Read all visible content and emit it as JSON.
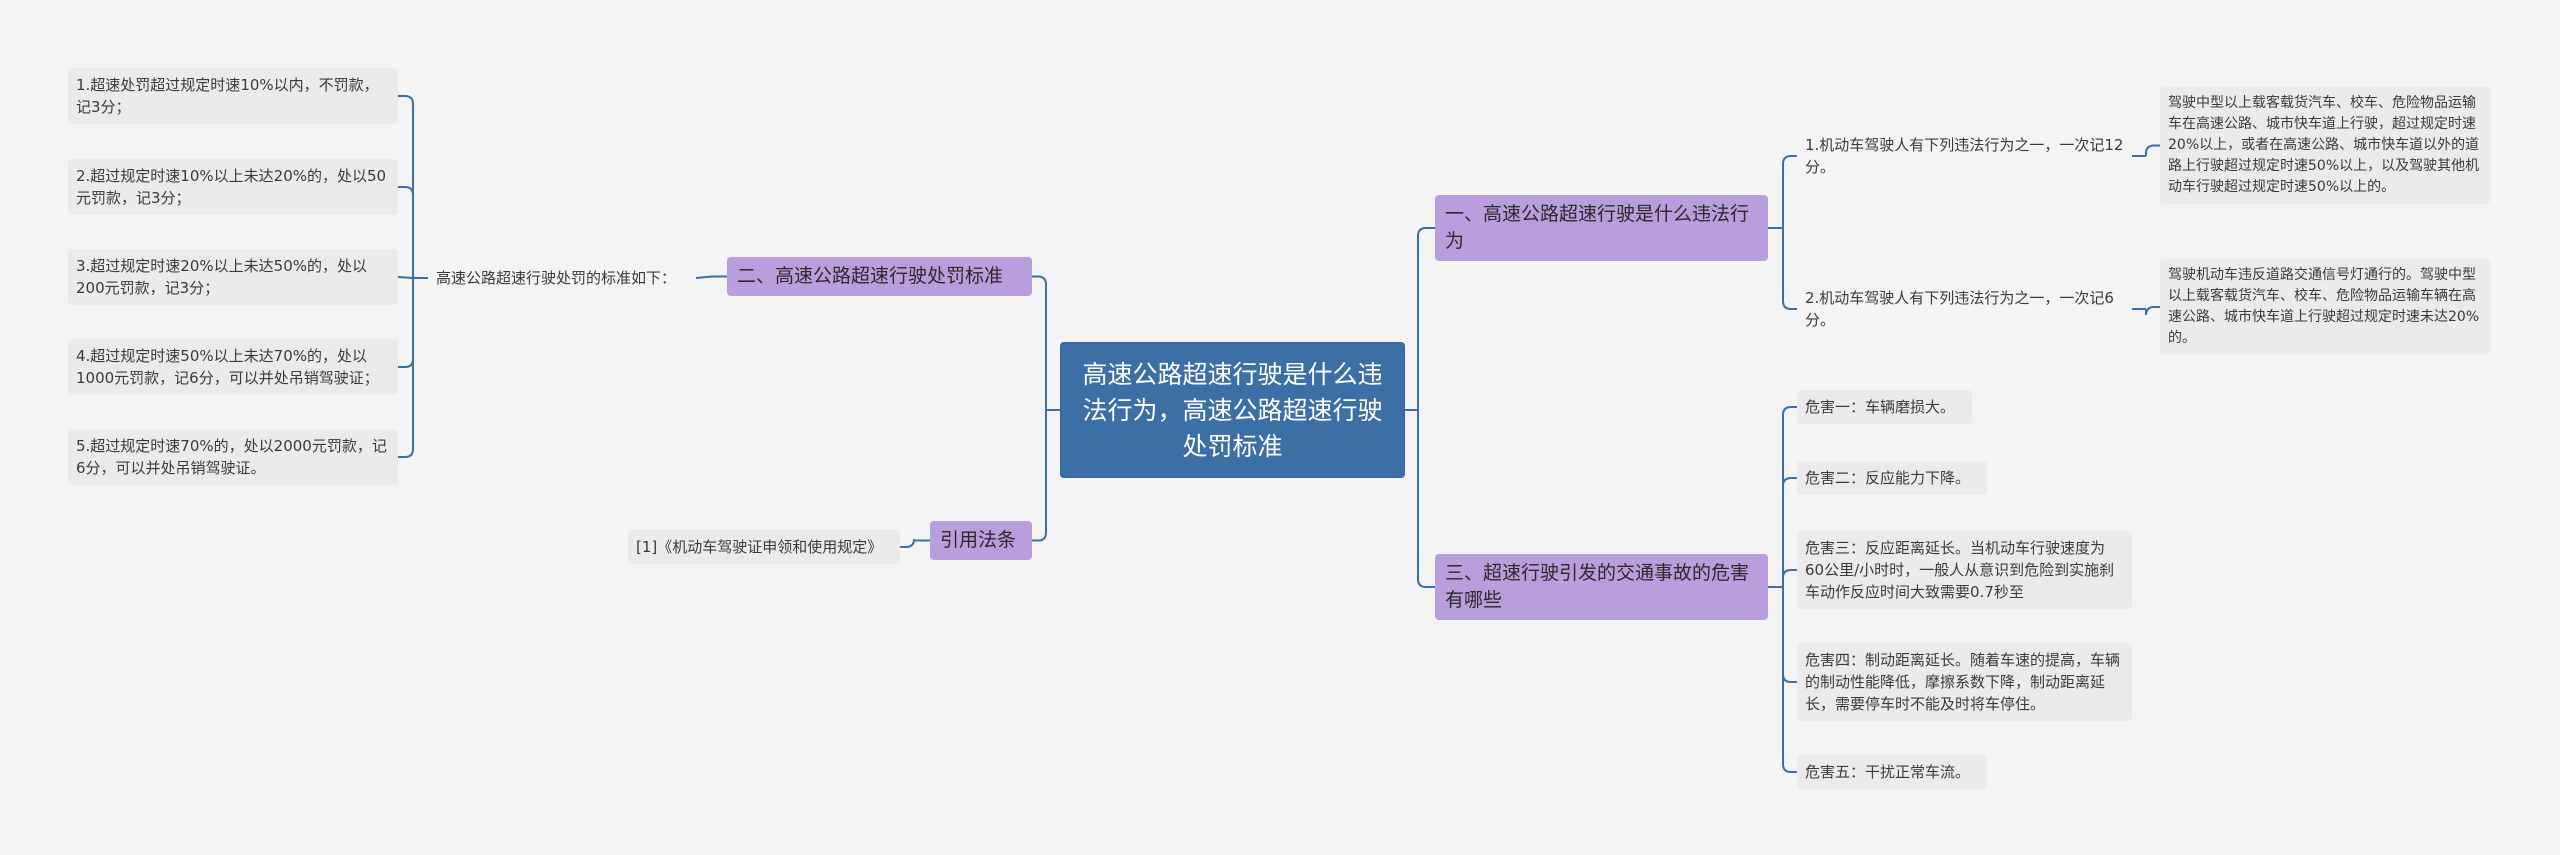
{
  "root": {
    "title": "高速公路超速行驶是什么违法行为，高速公路超速行驶处罚标准"
  },
  "branches": {
    "b1": {
      "label": "一、高速公路超速行驶是什么违法行为",
      "children": [
        {
          "label": "1.机动车驾驶人有下列违法行为之一，一次记12分。",
          "detail": "驾驶中型以上载客载货汽车、校车、危险物品运输车在高速公路、城市快车道上行驶，超过规定时速20%以上，或者在高速公路、城市快车道以外的道路上行驶超过规定时速50%以上，以及驾驶其他机动车行驶超过规定时速50%以上的。"
        },
        {
          "label": "2.机动车驾驶人有下列违法行为之一，一次记6分。",
          "detail": "驾驶机动车违反道路交通信号灯通行的。驾驶中型以上载客载货汽车、校车、危险物品运输车辆在高速公路、城市快车道上行驶超过规定时速未达20%的。"
        }
      ]
    },
    "b2": {
      "label": "二、高速公路超速行驶处罚标准",
      "intro": "高速公路超速行驶处罚的标准如下：",
      "items": [
        "1.超速处罚超过规定时速10%以内，不罚款，记3分；",
        "2.超过规定时速10%以上未达20%的，处以50元罚款，记3分；",
        "3.超过规定时速20%以上未达50%的，处以200元罚款，记3分；",
        "4.超过规定时速50%以上未达70%的，处以1000元罚款，记6分，可以并处吊销驾驶证；",
        "5.超过规定时速70%的，处以2000元罚款，记6分，可以并处吊销驾驶证。"
      ]
    },
    "b3": {
      "label": "三、超速行驶引发的交通事故的危害有哪些",
      "items": [
        "危害一：车辆磨损大。",
        "危害二：反应能力下降。",
        "危害三：反应距离延长。当机动车行驶速度为60公里/小时时，一般人从意识到危险到实施刹车动作反应时间大致需要0.7秒至",
        "危害四：制动距离延长。随着车速的提高，车辆的制动性能降低，摩擦系数下降，制动距离延长，需要停车时不能及时将车停住。",
        "危害五：干扰正常车流。"
      ]
    },
    "b4": {
      "label": "引用法条",
      "items": [
        "[1]《机动车驾驶证申领和使用规定》"
      ]
    }
  },
  "colors": {
    "background": "#f4f4f5",
    "root_fill": "#3c6fa5",
    "branch_fill": "#b89edc",
    "leaf_fill": "#ebebeb",
    "connector": "#3c6fa5"
  }
}
